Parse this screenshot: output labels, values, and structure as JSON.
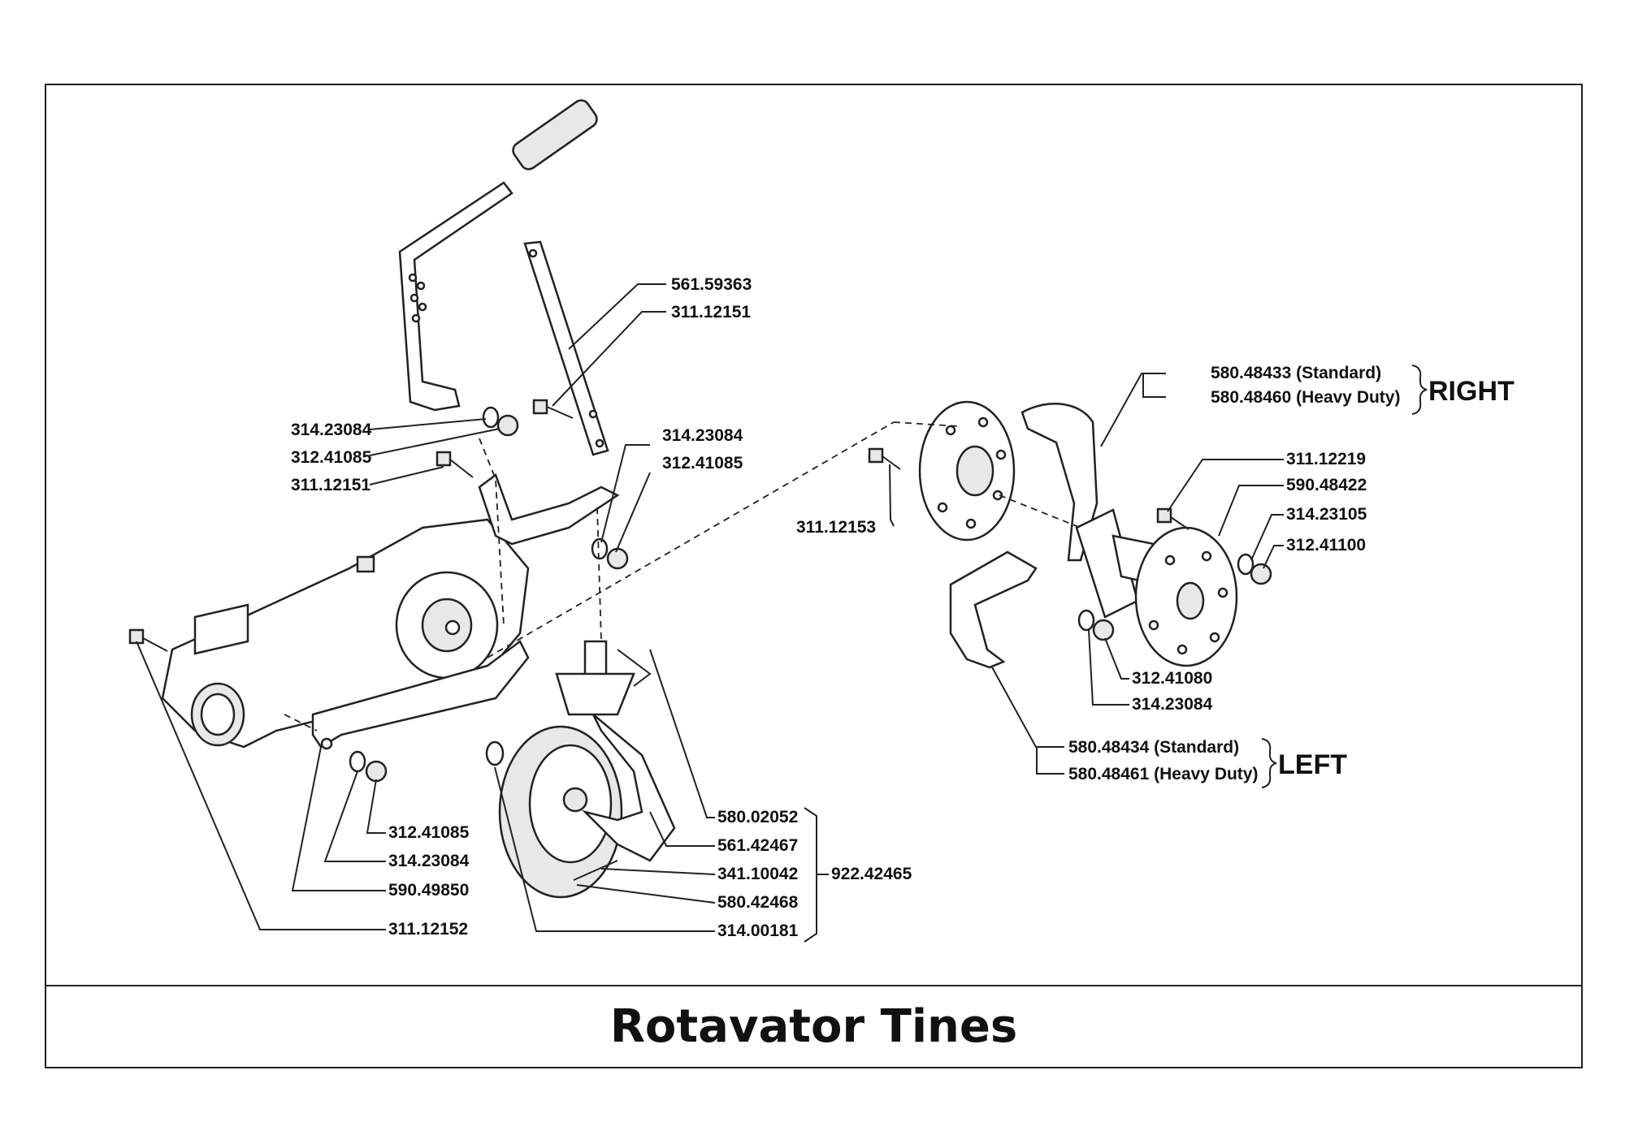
{
  "caption": "Rotavator Tines",
  "groups": {
    "right": "RIGHT",
    "left": "LEFT"
  },
  "parts": {
    "p1": "561.59363",
    "p2": "311.12151",
    "p3": "314.23084",
    "p4": "312.41085",
    "p5": "311.12151",
    "p6": "314.23084",
    "p7": "312.41085",
    "p8": "311.12153",
    "p9": "580.48433  (Standard)",
    "p10": "580.48460 (Heavy Duty)",
    "p11": "311.12219",
    "p12": "590.48422",
    "p13": "314.23105",
    "p14": "312.41100",
    "p15": "312.41080",
    "p16": "314.23084",
    "p17": "580.48434  (Standard)",
    "p18": "580.48461 (Heavy Duty)",
    "p19": "312.41085",
    "p20": "314.23084",
    "p21": "590.49850",
    "p22": "311.12152",
    "p23": "580.02052",
    "p24": "561.42467",
    "p25": "341.10042",
    "p26": "580.42468",
    "p27": "314.00181",
    "p28": "922.42465"
  }
}
